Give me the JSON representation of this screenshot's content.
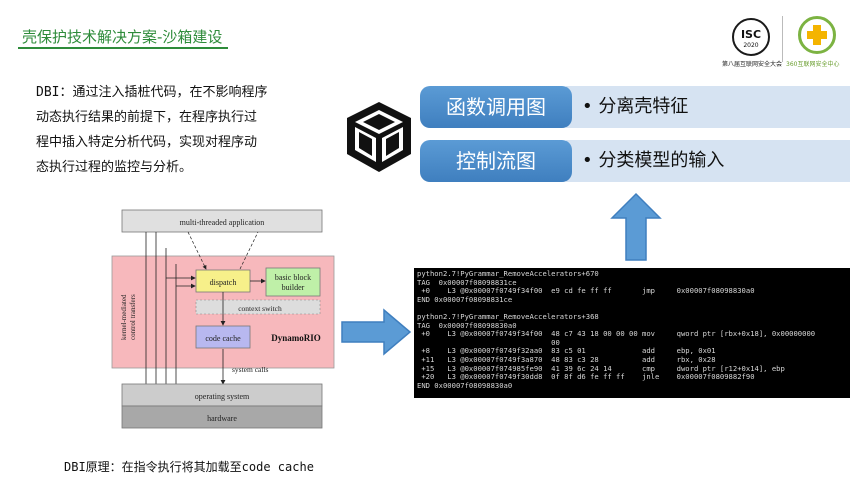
{
  "header": {
    "title": "壳保护技术解决方案-沙箱建设"
  },
  "logos": {
    "isc_mark": "ISC",
    "isc_year": "2020",
    "isc_caption": "第八届互联网安全大会",
    "q360_caption": "360互联网安全中心"
  },
  "intro_lines": [
    "DBI：通过注入插桩代码，在不影响程序",
    "动态执行结果的前提下，在程序执行过",
    "程中插入特定分析代码，实现对程序动",
    "态执行过程的监控与分析。"
  ],
  "features": [
    {
      "label": "函数调用图",
      "desc": "• 分离壳特征"
    },
    {
      "label": "控制流图",
      "desc": "• 分类模型的输入"
    }
  ],
  "diagram": {
    "app": "multi-threaded application",
    "dispatch": "dispatch",
    "basic_block": [
      "basic block",
      "builder"
    ],
    "context_switch": "context switch",
    "code_cache": "code cache",
    "engine": "DynamoRIO",
    "side_label": [
      "kernel-mediated",
      "control transfers"
    ],
    "system_calls": "system calls",
    "os": "operating system",
    "hardware": "hardware"
  },
  "terminal_lines": [
    "python2.7!PyGrammar_RemoveAccelerators+670",
    "TAG  0x00007f08098831ce",
    " +0    L3 @0x00007f0749f34f00  e9 cd fe ff ff       jmp     0x00007f08098830a0",
    "END 0x00007f08098831ce",
    "",
    "python2.7!PyGrammar_RemoveAccelerators+368",
    "TAG  0x00007f08098830a0",
    " +0    L3 @0x00007f0749f34f00  48 c7 43 18 00 00 00 mov     qword ptr [rbx+0x18], 0x00000000",
    "                               00",
    " +8    L3 @0x00007f0749f32aa0  83 c5 01             add     ebp, 0x01",
    " +11   L3 @0x00007f0749f3a870  48 83 c3 28          add     rbx, 0x28",
    " +15   L3 @0x00007f074985fe90  41 39 6c 24 14       cmp     dword ptr [r12+0x14], ebp",
    " +20   L3 @0x00007f0749f30dd8  0f 8f d6 fe ff ff    jnle    0x00007f0809882f90",
    "END 0x00007f08098830a0"
  ],
  "caption": "DBI原理：在指令执行将其加载至code  cache"
}
